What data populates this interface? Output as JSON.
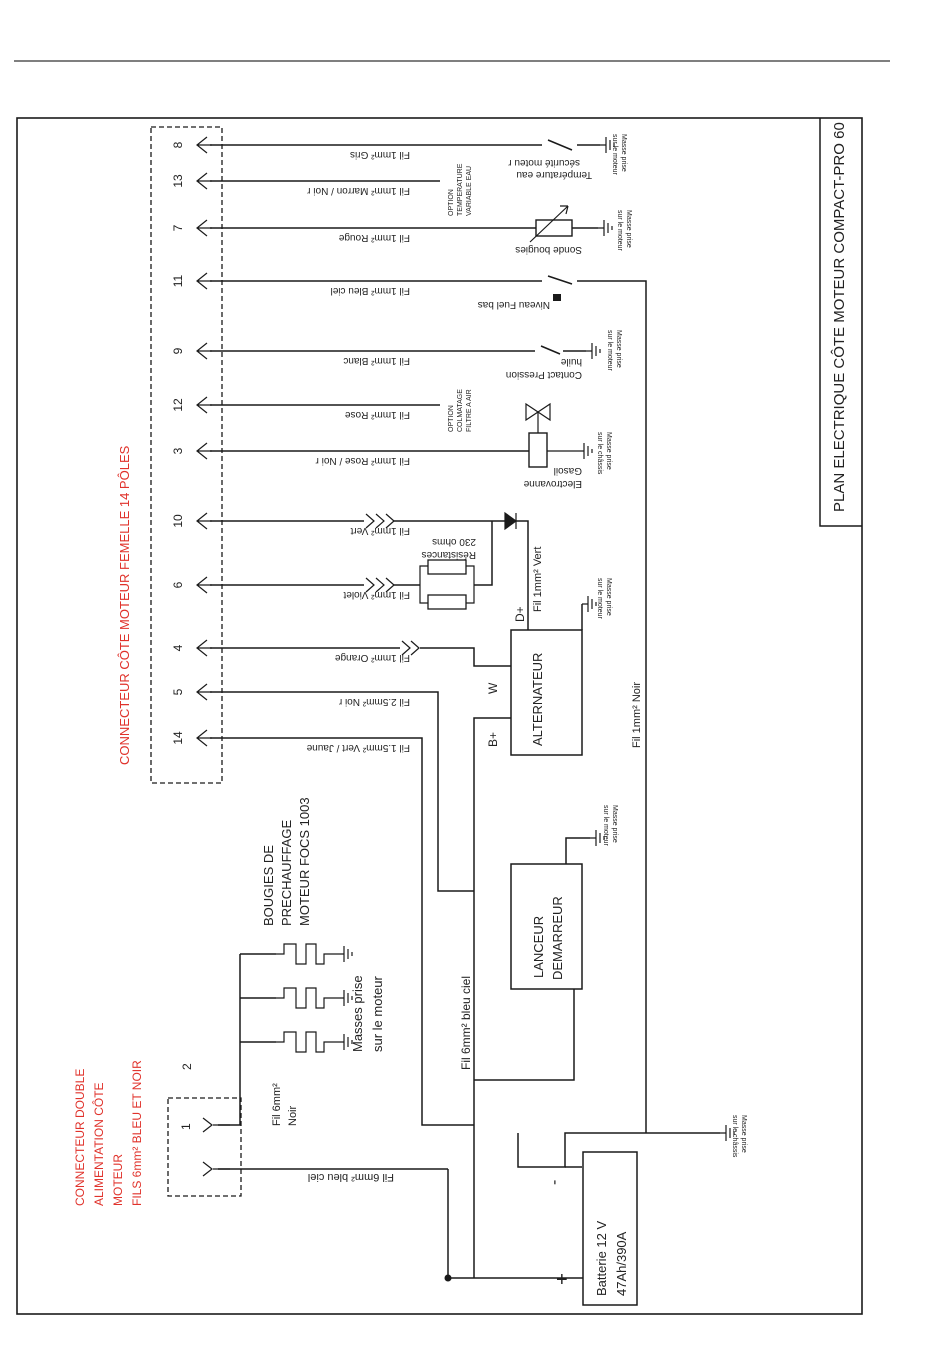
{
  "title": "PLAN ELECTRIQUE CÔTE MOTEUR COMPACT-PRO 60",
  "connector14": {
    "label": "CONNECTEUR CÔTE MOTEUR FEMELLE 14 PÔLES",
    "pins": [
      {
        "num": "8",
        "wire": "Fil 1mm² Gris"
      },
      {
        "num": "13",
        "wire": "Fil 1mm² Marron / Noi   r"
      },
      {
        "num": "7",
        "wire": "Fil 1mm² Rouge"
      },
      {
        "num": "11",
        "wire": "Fil 1mm² Bleu ciel"
      },
      {
        "num": "9",
        "wire": "Fil 1mm² Blanc"
      },
      {
        "num": "12",
        "wire": "Fil 1mm² Rose"
      },
      {
        "num": "3",
        "wire": "Fil 1mm² Rose / Noi   r"
      },
      {
        "num": "10",
        "wire": "Fil 1mm² Vert"
      },
      {
        "num": "6",
        "wire": "Fil 1mm² Violet"
      },
      {
        "num": "4",
        "wire": "Fil 1mm² Orange"
      },
      {
        "num": "5",
        "wire": "Fil 2.5mm² Noi   r"
      },
      {
        "num": "14",
        "wire": "Fil 1.5mm² Vert / Jaune"
      }
    ]
  },
  "components": {
    "temp_safety": [
      "Température eau",
      "sécurité moteu   r"
    ],
    "option_temp": [
      "OPTION",
      "TEMPERATURE",
      "VARIABLE EAU"
    ],
    "glow_probe": "Sonde bougies",
    "fuel_level": "Niveau Fuel bas",
    "oil_pressure": [
      "Contact Pression",
      "huile"
    ],
    "option_filter": [
      "OPTION",
      "COLMATAGE",
      "FILTRE A AIR"
    ],
    "solenoid": [
      "Electrovanne",
      "Gasoil"
    ],
    "resistors": [
      "Résistances",
      "230 ohms"
    ],
    "alternator": "ALTERNATEUR",
    "alt_d_plus": "D+",
    "alt_w": "W",
    "alt_b_plus": "B+",
    "fil_vert_d": "Fil 1mm² Vert",
    "fil_noir_1": "Fil 1mm² Noir",
    "starter": [
      "LANCEUR",
      "DEMARREUR"
    ],
    "fil_6_bleu": "Fil 6mm² bleu ciel",
    "battery": [
      "Batterie 12 V",
      "47Ah/390A"
    ],
    "bat_plus": "+",
    "bat_minus": "-",
    "glow_plugs": [
      "BOUGIES DE",
      "PRECHAUFFAGE",
      "MOTEUR FOCS 1003"
    ],
    "engine_masses": [
      "Masses prise",
      "sur le moteur"
    ],
    "fil_6_noir": [
      "Fil 6mm²",
      "Noir"
    ],
    "fil_6_bleu_ciel": "Fil 6mm² bleu ciel"
  },
  "mass": {
    "motor": [
      "Masse prise",
      "sur le moteur"
    ],
    "chassis": [
      "Masse prise",
      "sur le châssis"
    ]
  },
  "connector2": {
    "label": [
      "CONNECTEUR DOUBLE",
      "ALIMENTATION CÔTE",
      "MOTEUR",
      "FILS 6mm² BLEU ET NOIR"
    ],
    "pin1": "1",
    "pin2": "2"
  }
}
